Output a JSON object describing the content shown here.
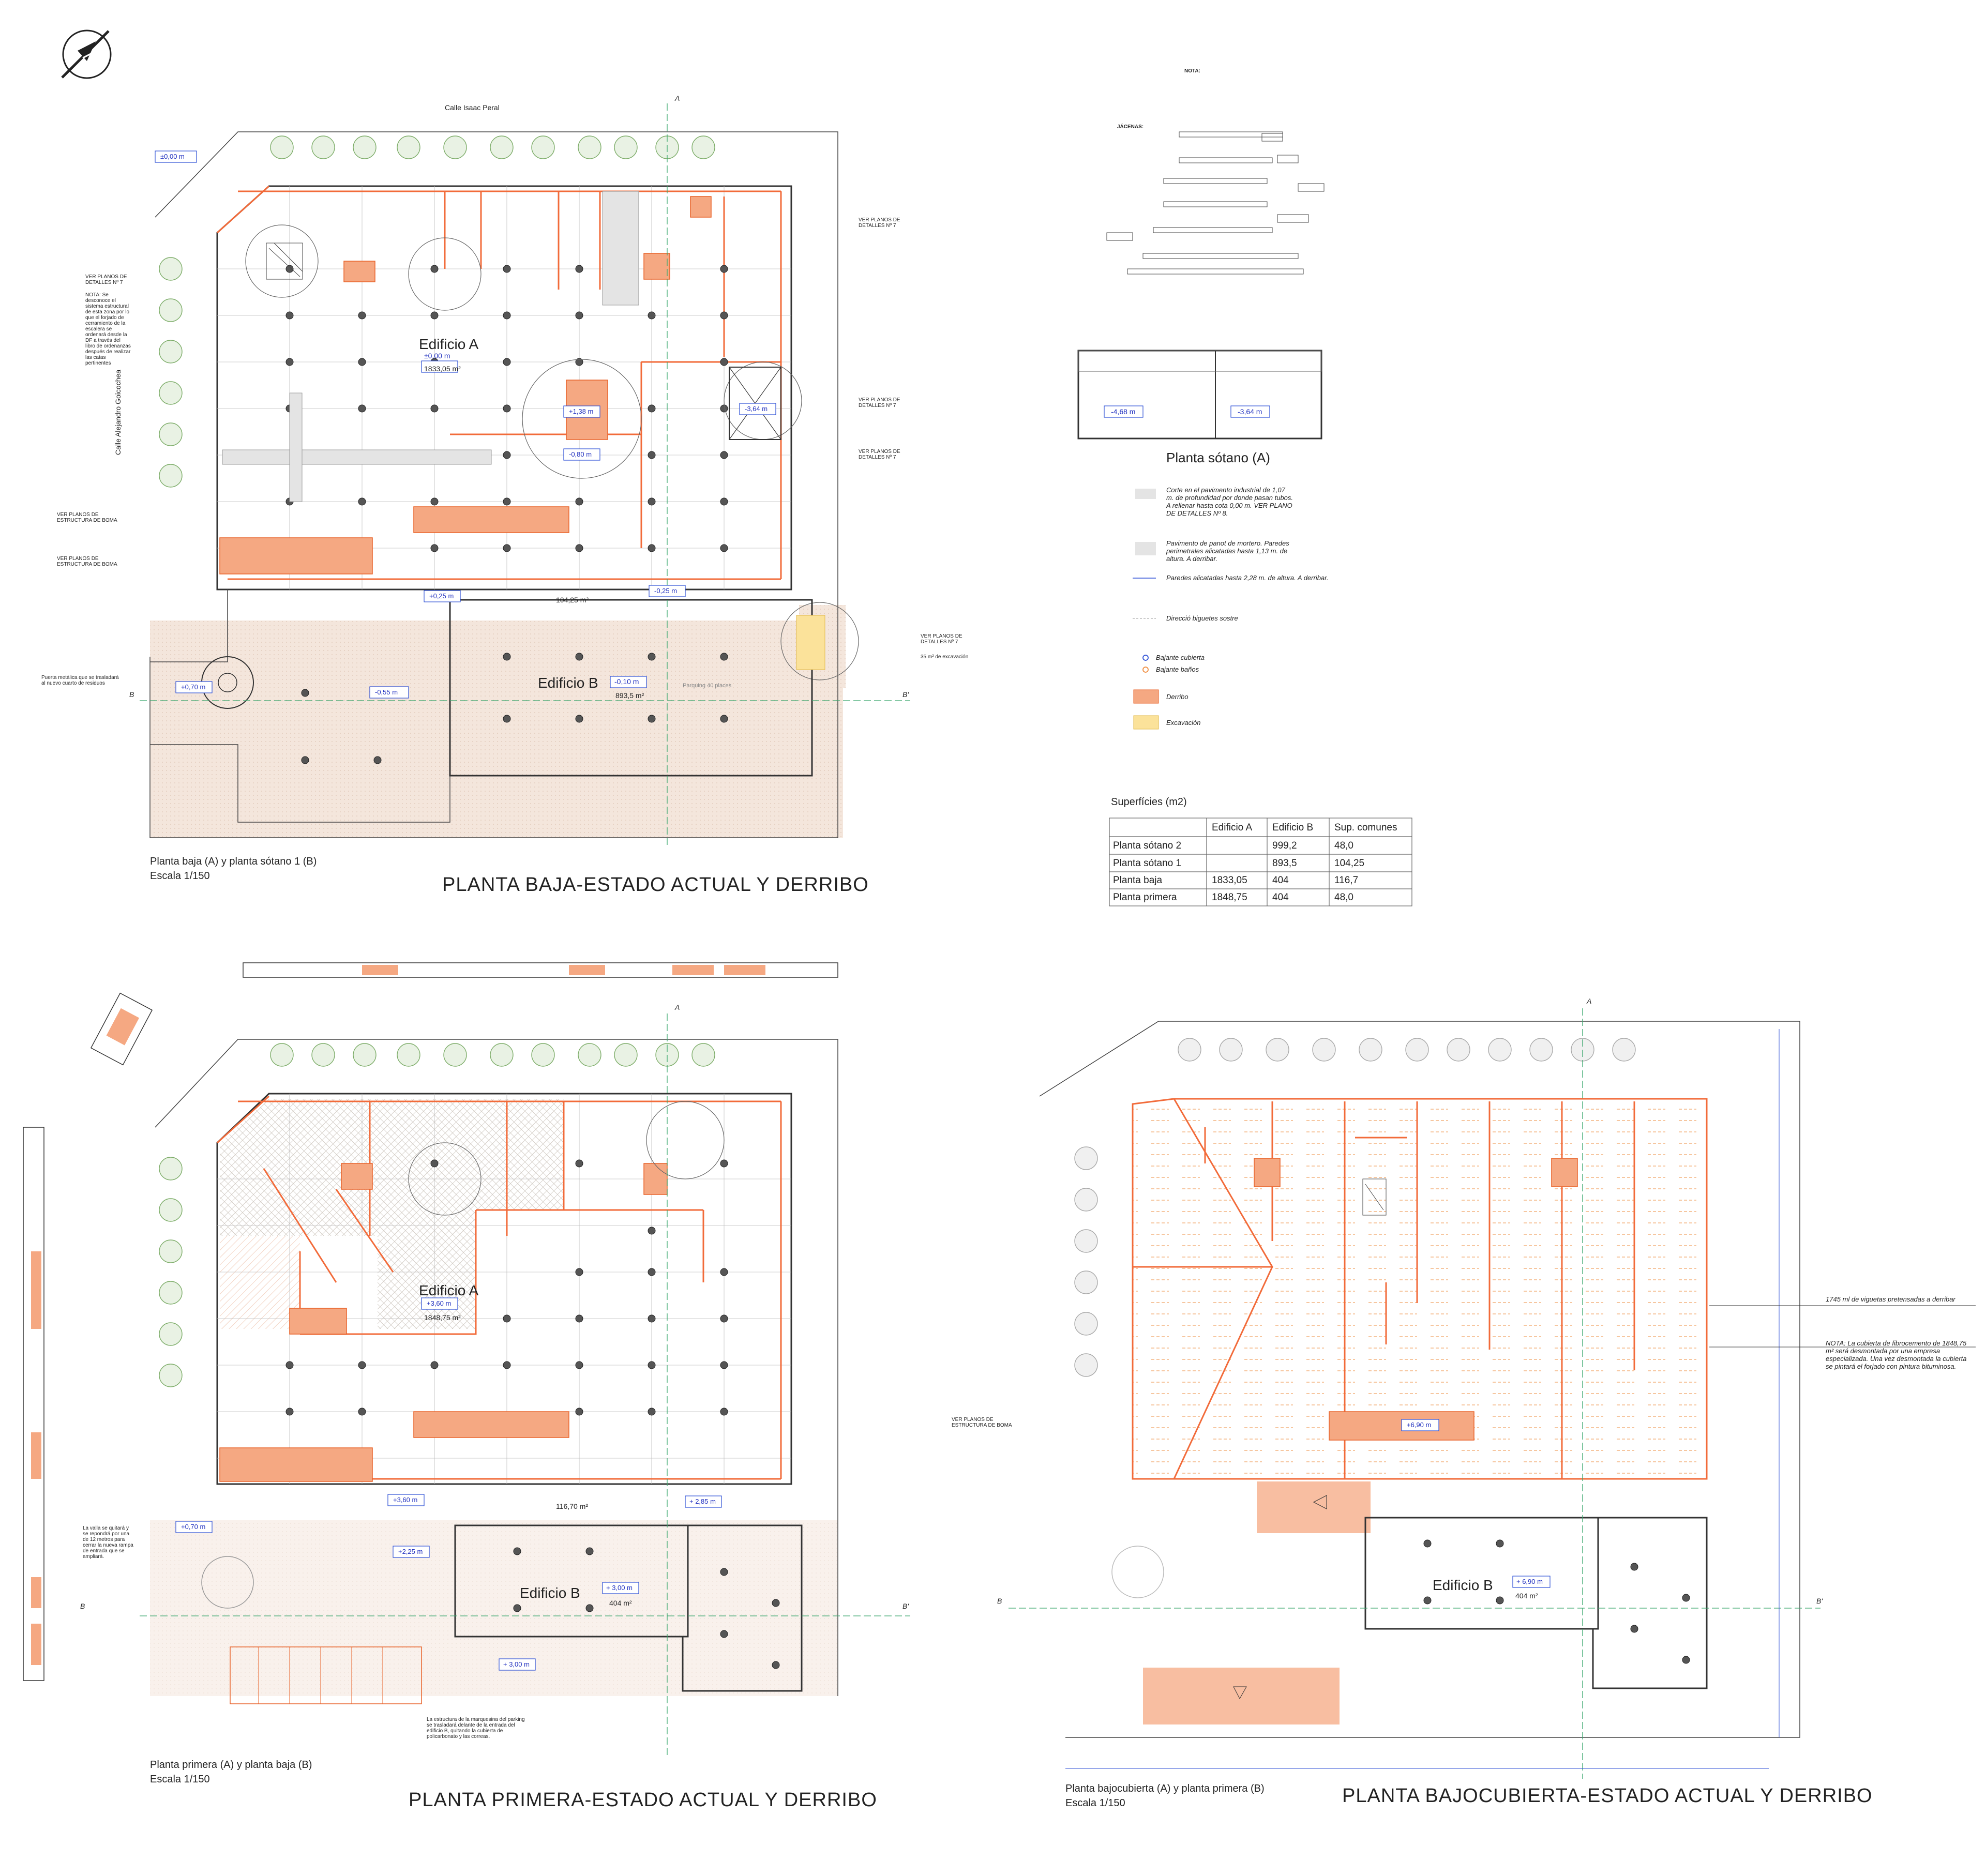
{
  "sheets": {
    "ground": {
      "title": "PLANTA BAJA-ESTADO ACTUAL Y DERRIBO",
      "caption1": "Planta baja (A) y planta sótano 1 (B)",
      "caption2": "Escala 1/150",
      "street_top": "Calle Isaac Peral",
      "street_left": "Calle Alejandro Goicochea",
      "building_a": "Edificio A",
      "building_a_area": "1833,05 m²",
      "building_a_level": "±0,00 m",
      "building_b": "Edificio B",
      "building_b_area": "893,5 m²",
      "building_b_level": "-0,10 m",
      "parking": "Parquing 40 places",
      "corridor_area": "104,25 m²",
      "levels": [
        "±0,00 m",
        "+1,38 m",
        "-0,80 m",
        "-3,64 m",
        "+0,25 m",
        "-0,25 m",
        "-0,55 m",
        "+0,70 m"
      ],
      "notes": {
        "detail": "VER PLANOS DE DETALLES Nº 7",
        "structure": "VER PLANOS DE ESTRUCTURA DE BOMA",
        "nota": "NOTA: Se desconoce el sistema estructural de esta zona por lo que el forjado de cerramiento de la escalera se ordenará desde la DF a través del libro de ordenanzas después de realizar las catas pertinentes",
        "door": "Puerta metálica que se trasladará al nuevo cuarto de residuos",
        "excavation": "35 m² de excavación"
      },
      "axis_a": "A",
      "axis_b": "B",
      "axis_b2": "B'"
    },
    "first": {
      "title": "PLANTA PRIMERA-ESTADO ACTUAL Y DERRIBO",
      "caption1": "Planta primera (A) y planta baja (B)",
      "caption2": "Escala 1/150",
      "building_a": "Edificio A",
      "building_a_area": "1848,75 m²",
      "building_a_level": "+3,60 m",
      "building_b": "Edificio B",
      "building_b_area": "404 m²",
      "building_b_level": "+ 3,00 m",
      "corridor_area": "116,70 m²",
      "levels": [
        "+0,70 m",
        "+3,60 m",
        "+2,25 m",
        "+ 2,85 m",
        "+ 3,00 m"
      ],
      "notes": {
        "fence": "La valla se quitará y se repondrá por una de 12 metros para cerrar la nueva rampa de entrada que se ampliará.",
        "canopy": "La estructura de la marquesina del parking se trasladará delante de la entrada del edificio B, quitando la cubierta de policarbonato y las correas."
      },
      "axis_a": "A",
      "axis_b": "B",
      "axis_b2": "B'"
    },
    "roof": {
      "title": "PLANTA BAJOCUBIERTA-ESTADO ACTUAL Y DERRIBO",
      "caption1": "Planta bajocubierta (A) y planta primera (B)",
      "caption2": "Escala 1/150",
      "building_b": "Edificio B",
      "building_b_area": "404 m²",
      "building_b_level": "+ 6,90 m",
      "level_center": "+6,90 m",
      "note_joists": "1745 ml de viguetas pretensadas a derribar",
      "nota": "NOTA: La cubierta de fibrocemento de 1848,75 m² será desmontada por una empresa especializada. Una vez desmontada la cubierta se pintará el forjado con pintura bituminosa.",
      "structure": "VER PLANOS DE ESTRUCTURA DE BOMA",
      "axis_a": "A",
      "axis_b": "B",
      "axis_b2": "B'"
    }
  },
  "basement": {
    "title": "Planta sótano (A)",
    "levels": [
      "-4,68 m",
      "-3,64 m"
    ]
  },
  "legend": {
    "items": [
      "Corte en el pavimento industrial de 1,07 m. de profundidad por donde pasan tubos. A rellenar hasta cota 0,00 m. VER PLANO DE DETALLES Nº 8.",
      "Pavimento de panot de mortero. Paredes perimetrales alicatadas hasta 1,13 m. de altura. A derribar.",
      "Paredes alicatadas hasta 2,28 m. de altura. A derribar.",
      "Direcció biguetes sostre",
      "Bajante cubierta",
      "Bajante baños",
      "Derribo",
      "Excavación"
    ],
    "colors": {
      "derribo": "#f5a882",
      "excavacion": "#fbe29a",
      "cut": "#e4e4e4",
      "blue": "#2d4fd6",
      "orange": "#f08a3a"
    }
  },
  "areas_table": {
    "title": "Superfícies (m2)",
    "columns": [
      "",
      "Edificio A",
      "Edificio B",
      "Sup. comunes"
    ],
    "rows": [
      [
        "Planta sótano 2",
        "",
        "999,2",
        "48,0"
      ],
      [
        "Planta sótano 1",
        "",
        "893,5",
        "104,25"
      ],
      [
        "Planta baja",
        "1833,05",
        "404",
        "116,7"
      ],
      [
        "Planta primera",
        "1848,75",
        "404",
        "48,0"
      ]
    ]
  },
  "joist_schedule": {
    "title": "NOTA:",
    "header": "JÁCENAS:"
  },
  "icons": [
    "north-arrow-icon"
  ]
}
